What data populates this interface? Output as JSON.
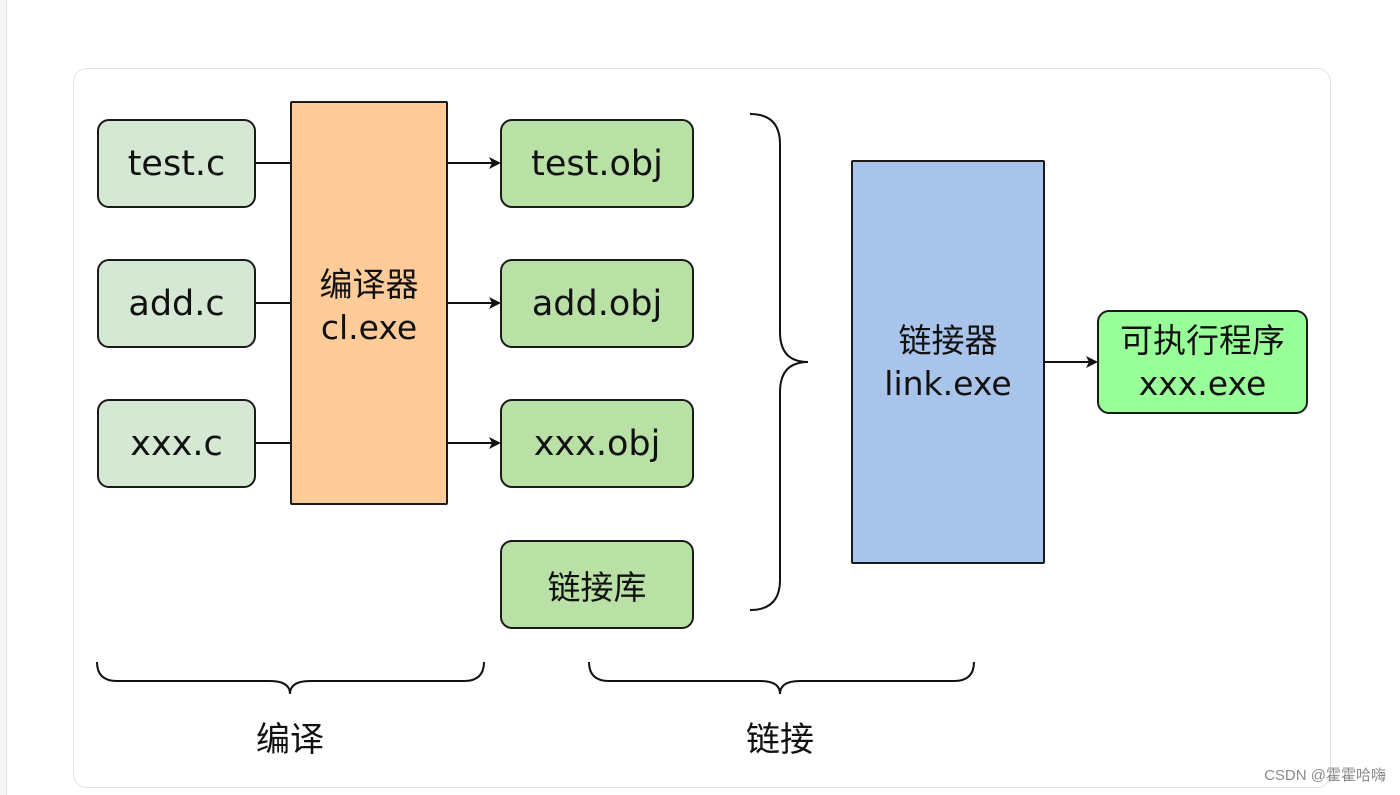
{
  "sources": [
    "test.c",
    "add.c",
    "xxx.c"
  ],
  "compiler": {
    "line1": "编译器",
    "line2": "cl.exe"
  },
  "objects": [
    "test.obj",
    "add.obj",
    "xxx.obj"
  ],
  "library": "链接库",
  "linker": {
    "line1": "链接器",
    "line2": "link.exe"
  },
  "executable": {
    "line1": "可执行程序",
    "line2": "xxx.exe"
  },
  "stages": {
    "compile": "编译",
    "link": "链接"
  },
  "watermark": "CSDN @霍霍哈嗨",
  "colors": {
    "source_fill": "#d5e8d4",
    "object_fill": "#b9e0a5",
    "compiler_fill": "#ffcc99",
    "linker_fill": "#a9c4eb",
    "executable_fill": "#99ff99"
  }
}
